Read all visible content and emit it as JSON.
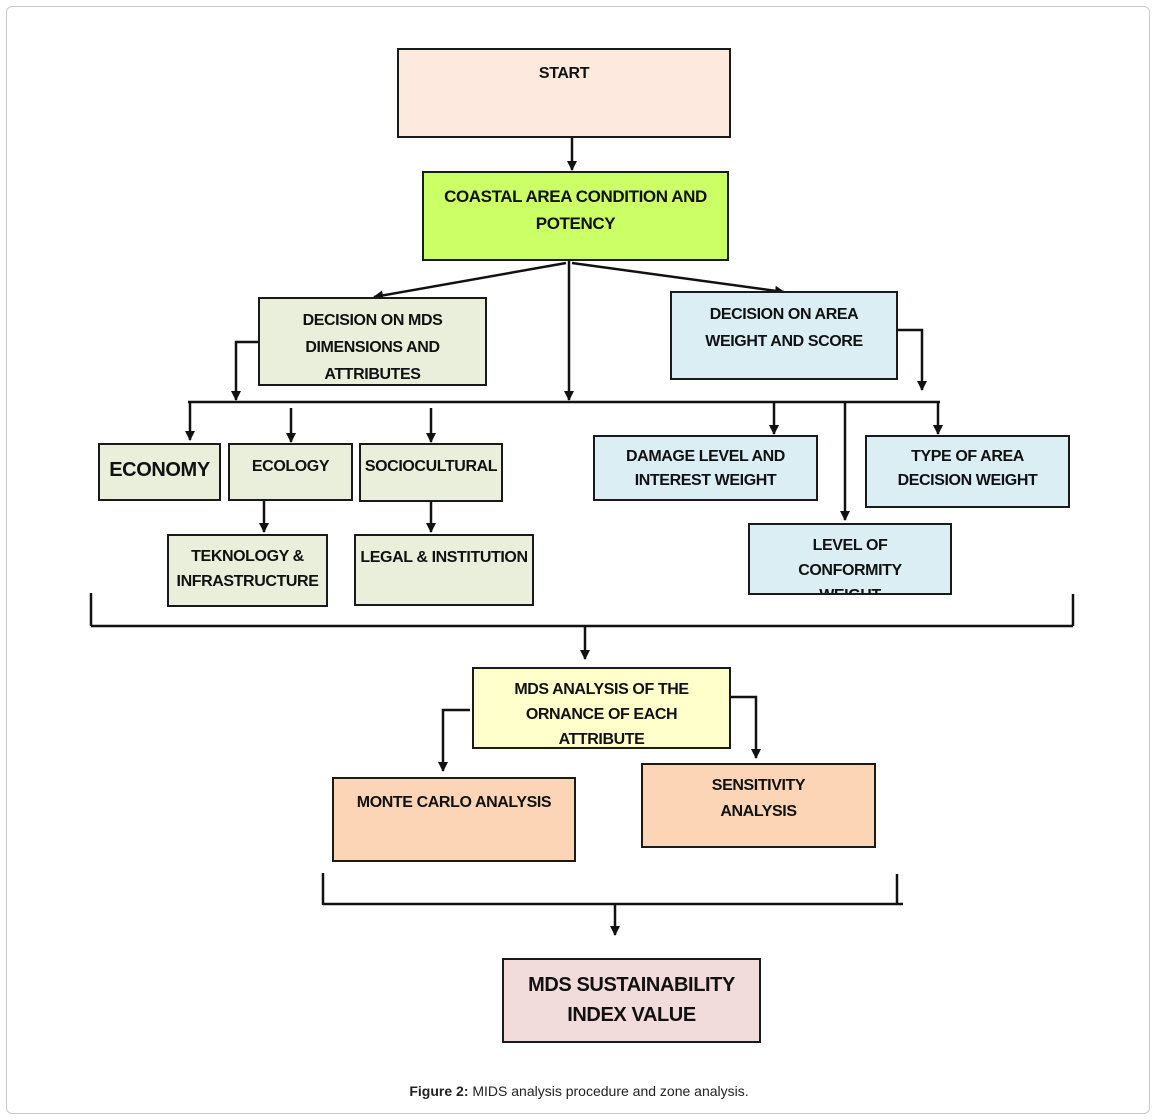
{
  "nodes": {
    "start": "START",
    "coastal": "COASTAL AREA CONDITION AND POTENCY",
    "decision_mds": "DECISION ON MDS DIMENSIONS AND ATTRIBUTES",
    "decision_area": "DECISION ON AREA WEIGHT AND SCORE",
    "economy": "ECONOMY",
    "ecology": "ECOLOGY",
    "sociocultural": "SOCIOCULTURAL",
    "teknology": "TEKNOLOGY & INFRASTRUCTURE",
    "legal": "LEGAL & INSTITUTION",
    "damage": "DAMAGE LEVEL AND INTEREST WEIGHT",
    "type_area": "TYPE OF AREA DECISION WEIGHT",
    "conformity": "LEVEL OF CONFORMITY WEIGHT",
    "mds_analysis": "MDS ANALYSIS OF THE ORNANCE OF EACH ATTRIBUTE",
    "monte_carlo": "MONTE CARLO ANALYSIS",
    "sensitivity": "SENSITIVITY ANALYSIS",
    "index_value": "MDS SUSTAINABILITY INDEX VALUE"
  },
  "caption": {
    "label": "Figure 2:",
    "text": " MIDS analysis procedure and zone analysis."
  }
}
